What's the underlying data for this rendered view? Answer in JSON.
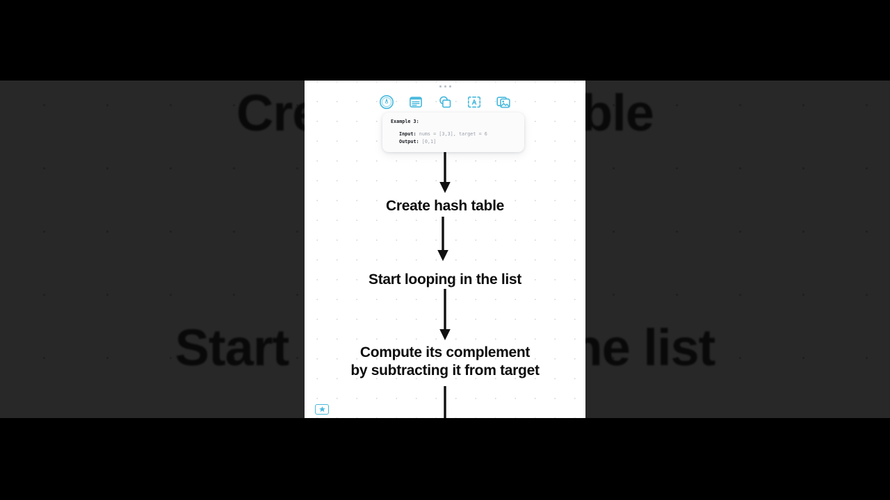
{
  "app": {
    "canvas_background": "#ffffff",
    "accent_color": "#49b9dd",
    "text_color": "#0c0c0d",
    "backdrop_color": "#4a4a4a"
  },
  "handle": {
    "name": "drag-handle-dots",
    "dots": 3
  },
  "toolbar": {
    "items": [
      {
        "id": "draw",
        "icon": "pen-circle-icon",
        "label": "Draw",
        "active": true
      },
      {
        "id": "note",
        "icon": "sticky-note-icon",
        "label": "Note",
        "active": false
      },
      {
        "id": "shapes",
        "icon": "shapes-icon",
        "label": "Shapes",
        "active": false
      },
      {
        "id": "text",
        "icon": "text-box-a-icon",
        "label": "Text",
        "active": false
      },
      {
        "id": "media",
        "icon": "image-stack-icon",
        "label": "Media",
        "active": false
      }
    ]
  },
  "code_card": {
    "title": "Example 3:",
    "lines": [
      {
        "label": "Input:",
        "value": " nums = [3,3], target = 6"
      },
      {
        "label": "Output:",
        "value": " [0,1]"
      }
    ]
  },
  "flow": {
    "nodes": [
      {
        "id": "n1",
        "text": "Create hash table"
      },
      {
        "id": "n2",
        "text": "Start looping in the list"
      },
      {
        "id": "n3",
        "line1": "Compute its complement",
        "line2": "by subtracting it from target"
      }
    ],
    "arrows": [
      "arrow-down-1",
      "arrow-down-2",
      "arrow-down-3",
      "arrow-down-4"
    ]
  },
  "badge": {
    "name": "star-badge",
    "glyph": "★"
  },
  "backdrop": {
    "line1": "Create hash table",
    "line2": "Start looping in the list"
  }
}
